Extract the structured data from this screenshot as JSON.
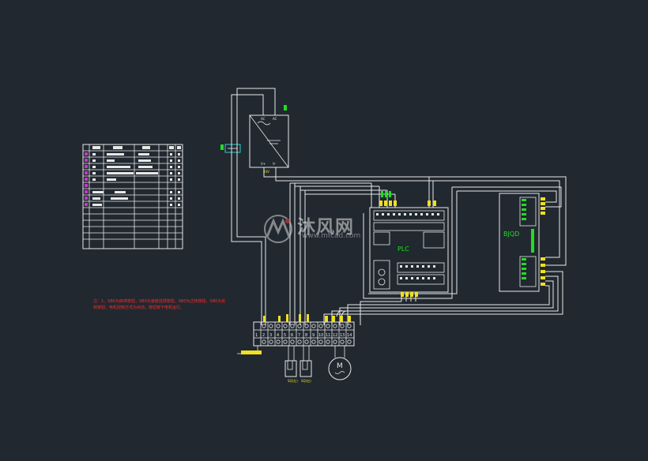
{
  "labels": {
    "plc": "PLC",
    "driver": "BJQD",
    "psu_ac": "AC",
    "psu_vplus": "V+",
    "psu_vminus": "V-",
    "psu_out": "24V",
    "switch_left": "SQ(左)",
    "switch_right": "SQ(右)"
  },
  "note_text": "注：1、SB0为启停按钮，SB0为速度选择按钮，SB0为正转按钮，SB0为反转按钮，电机控制方式为点动，按钮按下电机运行。",
  "terminal_numbers": [
    "1",
    "2",
    "3",
    "4",
    "5",
    "6",
    "7",
    "8",
    "9",
    "10",
    "11",
    "12",
    "13",
    "14"
  ],
  "watermark": {
    "main": "沐风网",
    "sub": "www.mfcad.com"
  },
  "colors": {
    "background": "#212830",
    "line": "#e8e8e8",
    "label_green": "#22dd22",
    "marker_yellow": "#f0e020",
    "note_red": "#ff2a2a",
    "table_magenta": "#cc33cc"
  }
}
